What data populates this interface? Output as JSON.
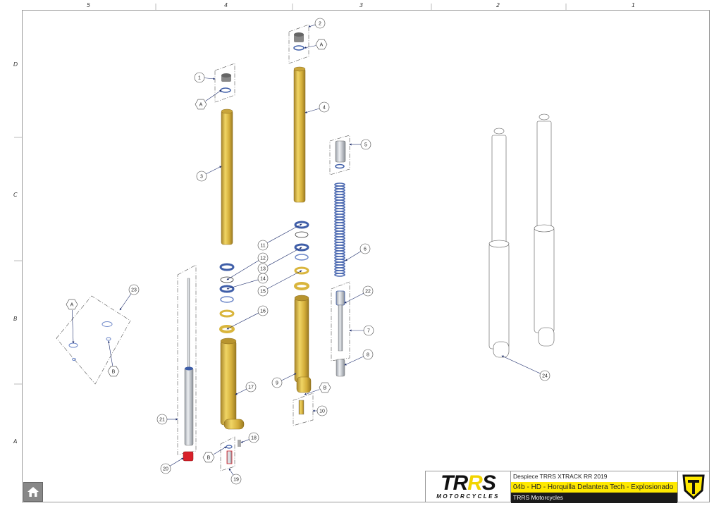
{
  "columns": [
    "5",
    "4",
    "3",
    "2",
    "1"
  ],
  "rows": [
    "D",
    "C",
    "B",
    "A"
  ],
  "callouts": [
    "1",
    "2",
    "A",
    "A",
    "3",
    "4",
    "5",
    "6",
    "11",
    "12",
    "13",
    "14",
    "15",
    "16",
    "17",
    "22",
    "7",
    "8",
    "9",
    "B",
    "10",
    "18",
    "B",
    "19",
    "20",
    "21",
    "23",
    "A",
    "B",
    "24"
  ],
  "title_block": {
    "brand": "TRRS",
    "brand_sub": "MOTORCYCLES",
    "line1": "Despiece TRRS XTRACK RR 2019",
    "line2": "04b - HD - Horquilla Delantera Tech - Explosionado",
    "line3": "TRRS Motorcycles"
  },
  "colors": {
    "gold": "#d9b53c",
    "blue": "#3f5ea8",
    "accent_yellow": "#ffe900",
    "red": "#d8202a"
  },
  "home_icon": "home-icon"
}
